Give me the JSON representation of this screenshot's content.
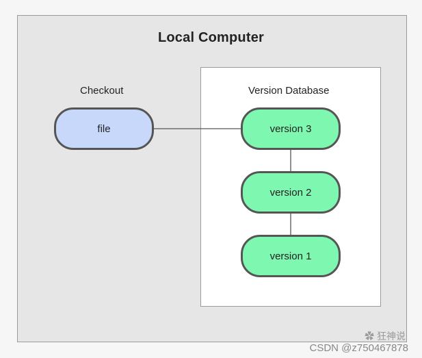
{
  "diagram": {
    "title": "Local Computer",
    "checkout_label": "Checkout",
    "database_label": "Version Database",
    "file_node": "file",
    "versions": [
      "version 3",
      "version 2",
      "version 1"
    ]
  },
  "watermark": {
    "csdn": "CSDN @z750467878",
    "logo_text": "狂神说"
  },
  "colors": {
    "outer_panel": "#e6e6e6",
    "file_fill": "#c7d8fb",
    "version_fill": "#7ef7b0",
    "border": "#555555"
  }
}
